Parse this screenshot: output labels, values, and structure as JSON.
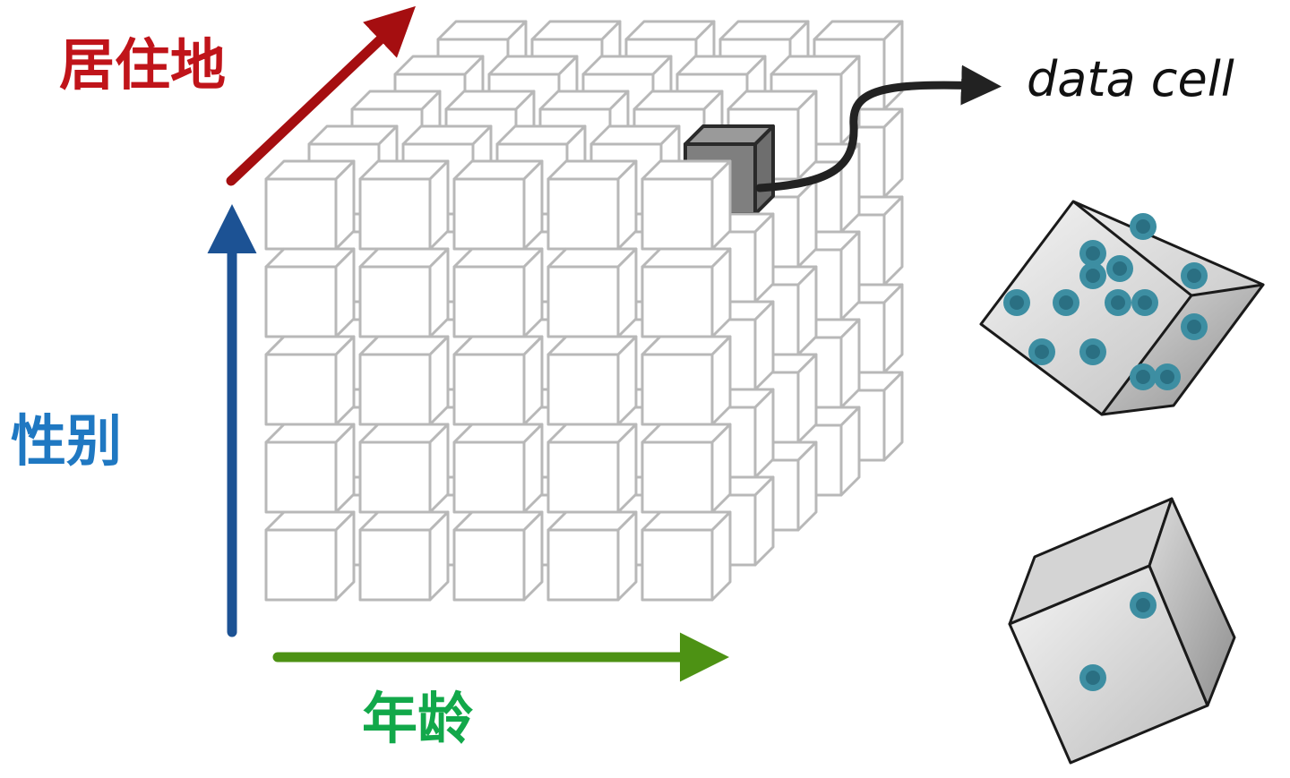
{
  "axes": {
    "residence": {
      "label": "居住地",
      "color": "#a50e10"
    },
    "gender": {
      "label": "性别",
      "color": "#1c5294"
    },
    "age": {
      "label": "年龄",
      "color": "#4d9214"
    }
  },
  "cell_callout": {
    "label": "data cell"
  },
  "grid": {
    "columns": 5,
    "rows": 5,
    "layers": 5,
    "line_color": "#b8b8b8"
  },
  "highlight_cell": {
    "column": 4,
    "row": 1,
    "layer": 1,
    "fill": "#7f7f7f"
  },
  "dice": [
    {
      "name": "dense-cell",
      "dot_count": 14,
      "dot_color": "#3d8ea2"
    },
    {
      "name": "sparse-cell",
      "dot_count": 2,
      "dot_color": "#3d8ea2"
    }
  ]
}
